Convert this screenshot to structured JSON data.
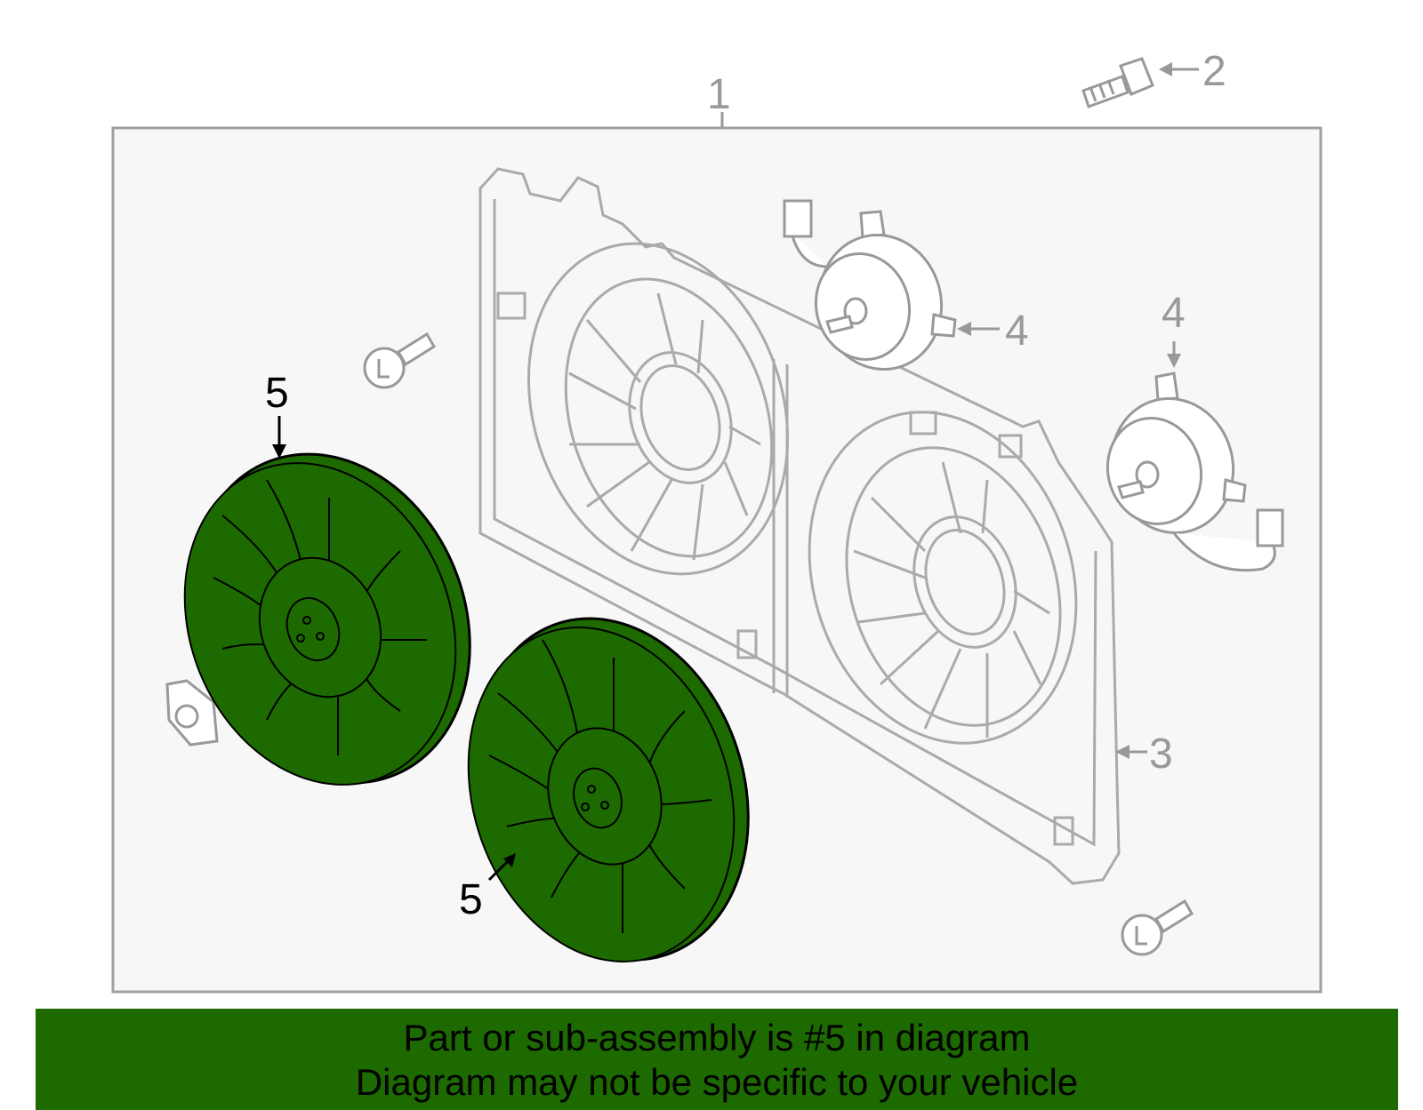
{
  "callouts": {
    "c1": "1",
    "c2": "2",
    "c3": "3",
    "c4a": "4",
    "c4b": "4",
    "c5a": "5",
    "c5b": "5"
  },
  "footer": {
    "line1": "Part or sub-assembly is #5 in diagram",
    "line2": "Diagram may not be specific to your vehicle"
  },
  "colors": {
    "highlight": "#1d6b00",
    "line_art": "#9a9a9a",
    "panel_bg": "#f7f7f7"
  }
}
